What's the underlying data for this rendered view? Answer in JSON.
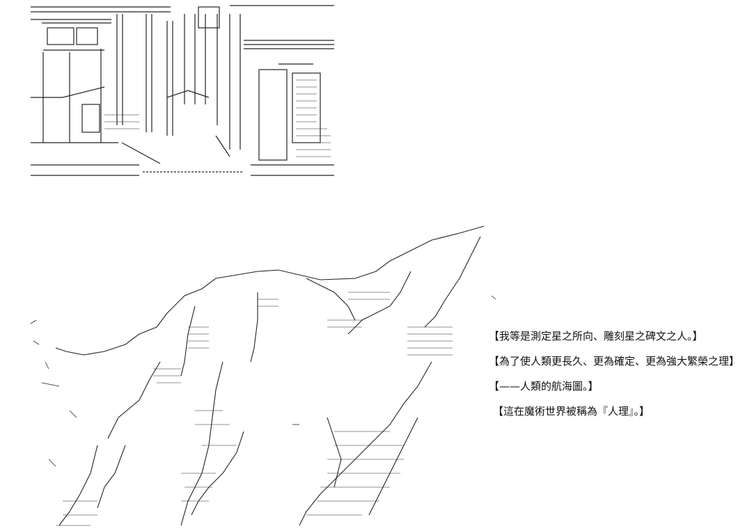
{
  "captions": [
    "【我等是測定星之所向、雕刻星之碑文之人。】",
    "【為了使人類更長久、更為確定、更為強大繁榮之理】",
    "【——人類的航海圖。】",
    "【這在魔術世界被稱為『人理』。】"
  ],
  "artwork": {
    "top": {
      "name": "ascii-art-building-interior",
      "description_icon": "building-structure-icon"
    },
    "bottom": {
      "name": "ascii-art-cloaked-figure",
      "description_icon": "cloaked-figure-icon"
    },
    "ink_color": "#222222",
    "background_color": "#ffffff"
  }
}
